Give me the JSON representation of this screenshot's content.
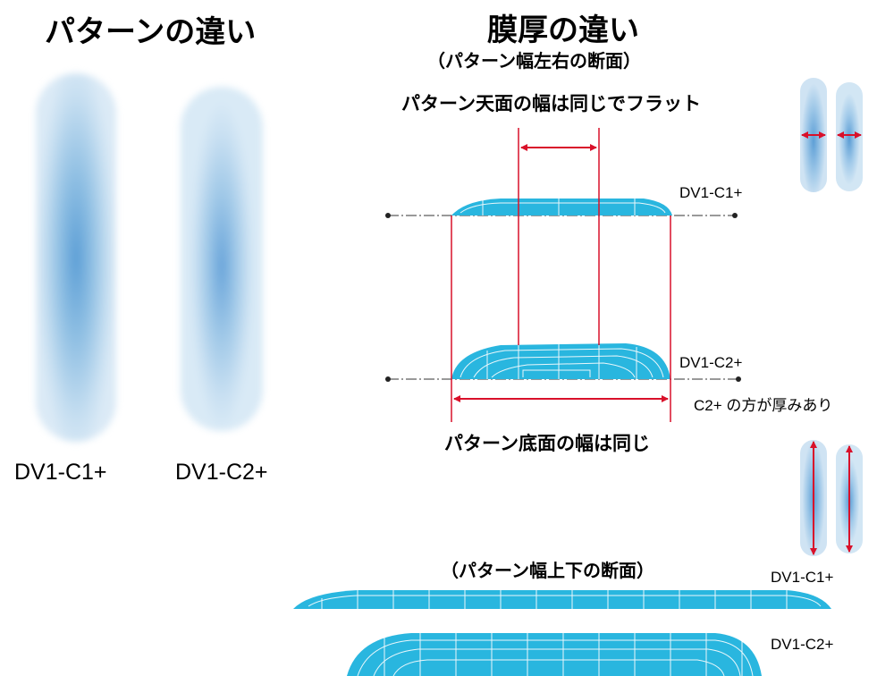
{
  "left": {
    "title": "パターンの違い",
    "label_c1": "DV1-C1+",
    "label_c2": "DV1-C2+"
  },
  "right": {
    "title": "膜厚の違い",
    "subtitle": "（パターン幅左右の断面）",
    "top_heading": "パターン天面の幅は同じでフラット",
    "bottom_heading": "パターン底面の幅は同じ",
    "label_c1": "DV1-C1+",
    "label_c2": "DV1-C2+",
    "note": "C2+ の方が厚みあり"
  },
  "lower": {
    "subtitle": "（パターン幅上下の断面）",
    "label_c1": "DV1-C1+",
    "label_c2": "DV1-C2+"
  },
  "colors": {
    "cyan": "#29b6df",
    "red": "#d9102a",
    "blue": "#5d9fd6"
  }
}
